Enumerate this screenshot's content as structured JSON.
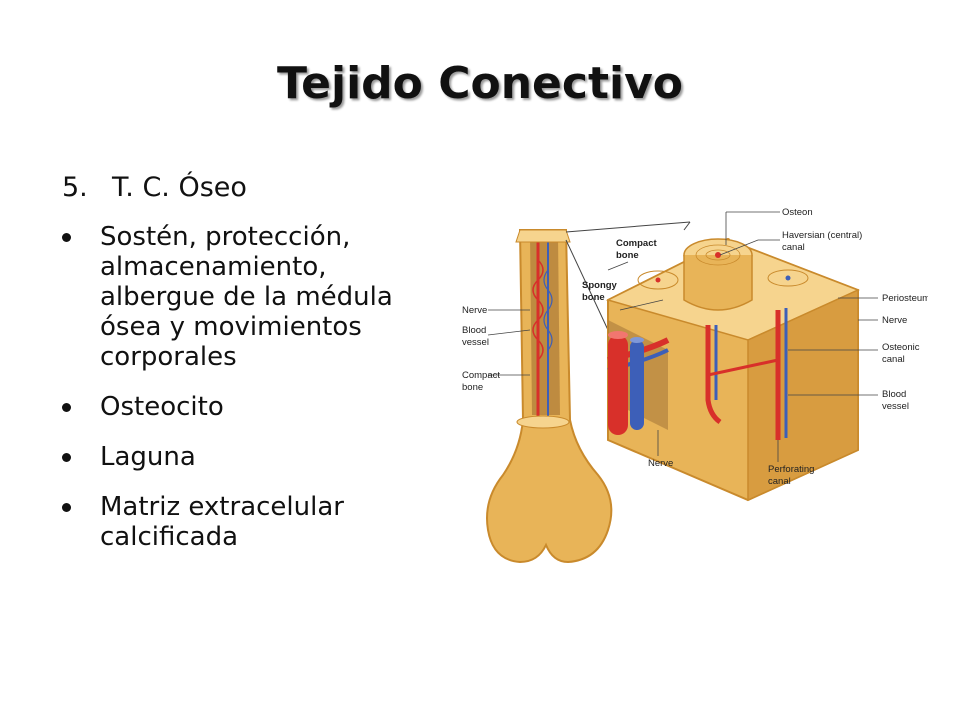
{
  "slide": {
    "title": "Tejido Conectivo",
    "numbered_item": {
      "number": "5.",
      "text": "T. C. Óseo"
    },
    "bullets": [
      "Sostén, protección, almacenamiento, albergue de la médula ósea y movimientos corporales",
      "Osteocito",
      "Laguna",
      "Matriz extracelular calcificada"
    ]
  },
  "figure": {
    "labels": {
      "osteon": "Osteon",
      "haversian": [
        "Haversian (central)",
        "canal"
      ],
      "compact_bone_top": [
        "Compact",
        "bone"
      ],
      "spongy_bone": [
        "Spongy",
        "bone"
      ],
      "periosteum": "Periosteum",
      "nerve_right": "Nerve",
      "osteonic_canal": [
        "Osteonic",
        "canal"
      ],
      "blood_vessel_right": [
        "Blood",
        "vessel"
      ],
      "perforating_canal": [
        "Perforating",
        "canal"
      ],
      "nerve_bottom": "Nerve",
      "nerve_left": "Nerve",
      "blood_vessel_left": [
        "Blood",
        "vessel"
      ],
      "compact_bone_left": [
        "Compact",
        "bone"
      ]
    },
    "colors": {
      "bone": "#e8b458",
      "bone_dark": "#c98a2c",
      "bone_light": "#f6d48e",
      "artery": "#d8302a",
      "vein": "#3d5fb8",
      "marrow": "#9b6a2e"
    }
  }
}
